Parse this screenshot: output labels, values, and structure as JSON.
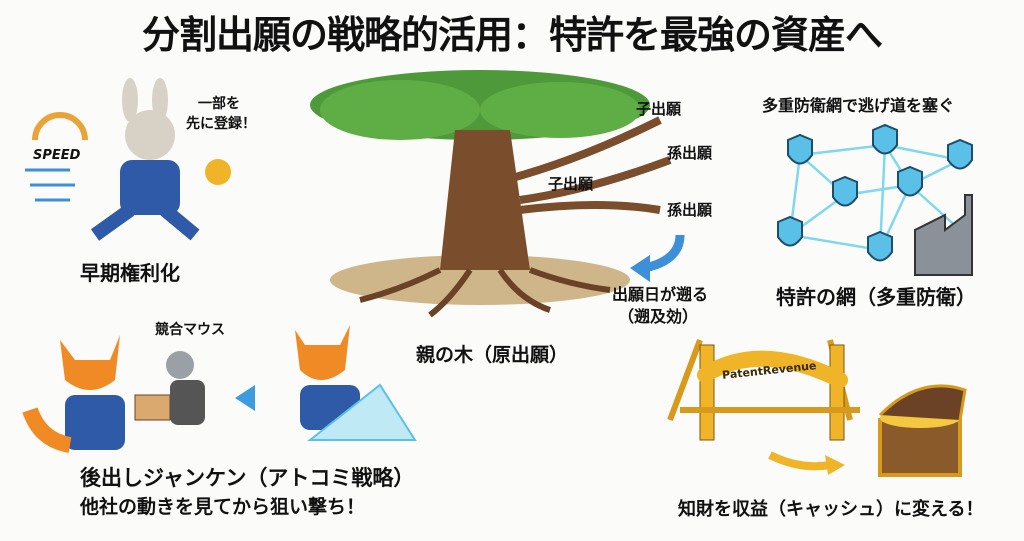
{
  "title": "分割出願の戦略的活用：特許を最強の資産へ",
  "speed": {
    "gauge_label": "SPEED",
    "bubble_line1": "一部を",
    "bubble_line2": "先に登録！",
    "caption": "早期権利化"
  },
  "tree": {
    "branches": [
      "子出願",
      "孫出願",
      "子出願",
      "孫出願"
    ],
    "retro_line1": "出願日が遡る",
    "retro_line2": "（遡及効）",
    "caption": "親の木（原出願）"
  },
  "network": {
    "heading": "多重防衛網で逃げ道を塞ぐ",
    "caption": "特許の網（多重防衛）"
  },
  "fox": {
    "mouse_label": "競合マウス",
    "caption_line1": "後出しジャンケン（アトコミ戦略）",
    "caption_line2": "他社の動きを見てから狙い撃ち！"
  },
  "revenue": {
    "bridge_sign": "PatentRevenue",
    "caption": "知財を収益（キャッシュ）に変える！"
  },
  "colors": {
    "tree_green": "#4e9a3a",
    "trunk": "#7a4e2d",
    "shield": "#5bc0e8",
    "gold": "#f0b429",
    "fox": "#f08a24",
    "suit": "#2f5aa8"
  }
}
